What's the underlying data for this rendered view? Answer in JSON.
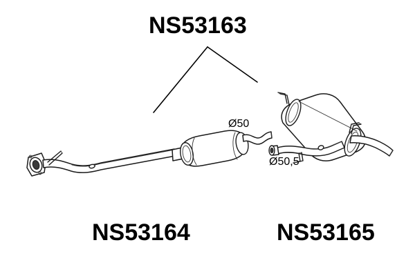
{
  "diagram": {
    "title_part_number": "NS53163",
    "background_color": "#ffffff",
    "line_color": "#000000",
    "fill_color": "#ffffff",
    "shade_color": "#d9d9d9"
  },
  "labels": {
    "assembly": "NS53163",
    "center_muffler": "NS53164",
    "rear_silencer": "NS53165"
  },
  "dimensions": {
    "center_outlet": "Ø50",
    "rear_inlet": "Ø50,5"
  },
  "parts": [
    {
      "part_number": "NS53164",
      "description": "center muffler with front pipe and flange",
      "features": [
        "inlet flange",
        "hanger rod",
        "bracket",
        "oval silencer body",
        "curved outlet pipe"
      ]
    },
    {
      "part_number": "NS53165",
      "description": "rear silencer with inlet pipe and tailpipe",
      "features": [
        "inlet pipe",
        "hanger hook",
        "oval drum body",
        "top hanger rod",
        "tailpipe"
      ]
    }
  ]
}
